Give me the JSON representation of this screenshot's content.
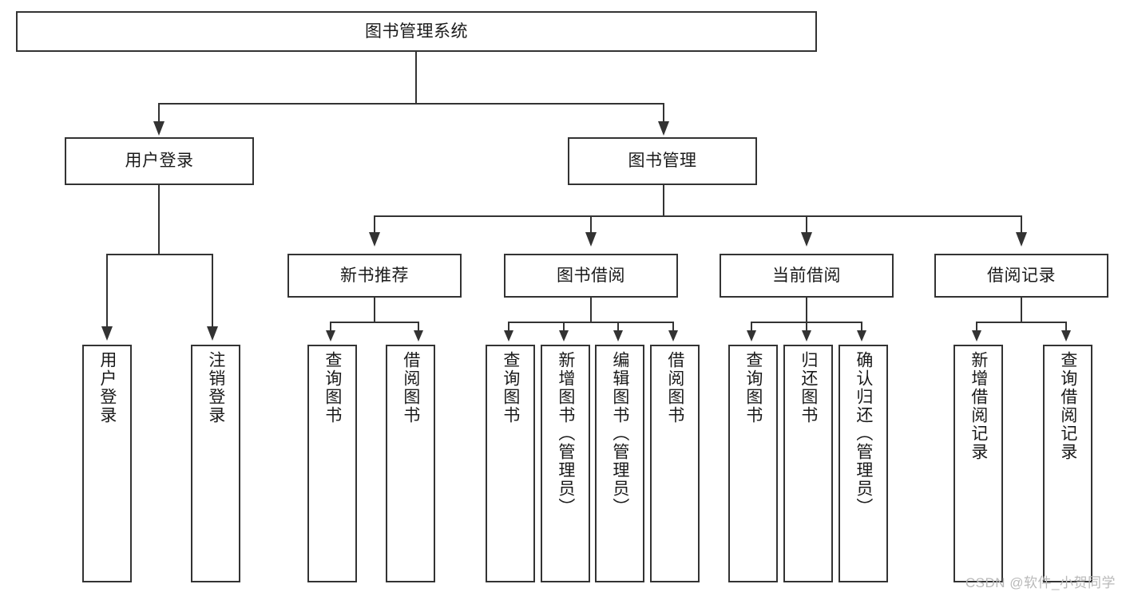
{
  "diagram": {
    "type": "tree-hierarchy",
    "root": {
      "label": "图书管理系统"
    },
    "level1": [
      {
        "label": "用户登录"
      },
      {
        "label": "图书管理"
      }
    ],
    "level2": [
      {
        "label": "新书推荐"
      },
      {
        "label": "图书借阅"
      },
      {
        "label": "当前借阅"
      },
      {
        "label": "借阅记录"
      }
    ],
    "leaves": {
      "user_login": [
        {
          "label": "用户登录"
        },
        {
          "label": "注销登录"
        }
      ],
      "new_book_recommend": [
        {
          "label": "查询图书"
        },
        {
          "label": "借阅图书"
        }
      ],
      "book_borrow": [
        {
          "label": "查询图书"
        },
        {
          "label": "新增图书（管理员）"
        },
        {
          "label": "编辑图书（管理员）"
        },
        {
          "label": "借阅图书"
        }
      ],
      "current_borrow": [
        {
          "label": "查询图书"
        },
        {
          "label": "归还图书"
        },
        {
          "label": "确认归还（管理员）"
        }
      ],
      "borrow_record": [
        {
          "label": "新增借阅记录"
        },
        {
          "label": "查询借阅记录"
        }
      ]
    }
  },
  "watermark": {
    "text": "CSDN @软件_小贺同学"
  },
  "colors": {
    "stroke": "#333333",
    "background": "#ffffff",
    "text": "#1a1a1a",
    "watermark": "#b9b9b9"
  }
}
